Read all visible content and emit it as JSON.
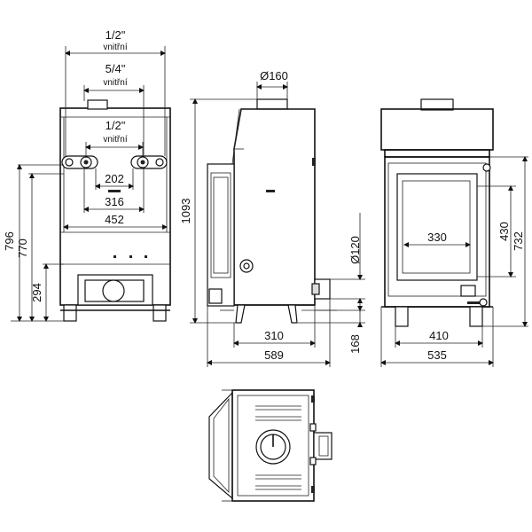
{
  "front": {
    "top_pipe_label": "1/2\"",
    "top_pipe_sub": "vnitřní",
    "mid_pipe_label": "5/4\"",
    "mid_pipe_sub": "vnitřní",
    "low_pipe_label": "1/2\"",
    "low_pipe_sub": "vnitřní",
    "dim_202": "202",
    "dim_316": "316",
    "dim_452": "452",
    "dim_796": "796",
    "dim_770": "770",
    "dim_294": "294"
  },
  "side": {
    "dim_flue": "Ø160",
    "dim_height": "1093",
    "dim_inlet": "Ø120",
    "dim_310": "310",
    "dim_589": "589",
    "dim_168": "168"
  },
  "door": {
    "dim_330": "330",
    "dim_430": "430",
    "dim_732": "732",
    "dim_410": "410",
    "dim_535": "535"
  }
}
